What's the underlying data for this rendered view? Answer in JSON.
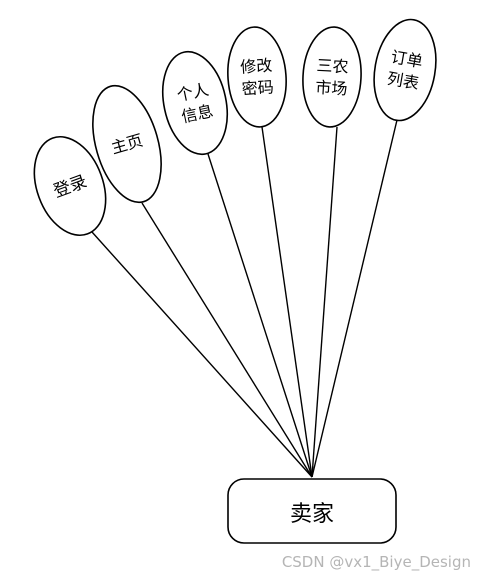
{
  "root": {
    "label": "卖家"
  },
  "nodes": [
    {
      "id": "login",
      "lines": [
        "登录"
      ]
    },
    {
      "id": "home",
      "lines": [
        "主页"
      ]
    },
    {
      "id": "profile",
      "lines": [
        "个人",
        "信息"
      ]
    },
    {
      "id": "password",
      "lines": [
        "修改",
        "密码"
      ]
    },
    {
      "id": "market",
      "lines": [
        "三农",
        "市场"
      ]
    },
    {
      "id": "orders",
      "lines": [
        "订单",
        "列表"
      ]
    }
  ],
  "watermark": "CSDN @vx1_Biye_Design"
}
